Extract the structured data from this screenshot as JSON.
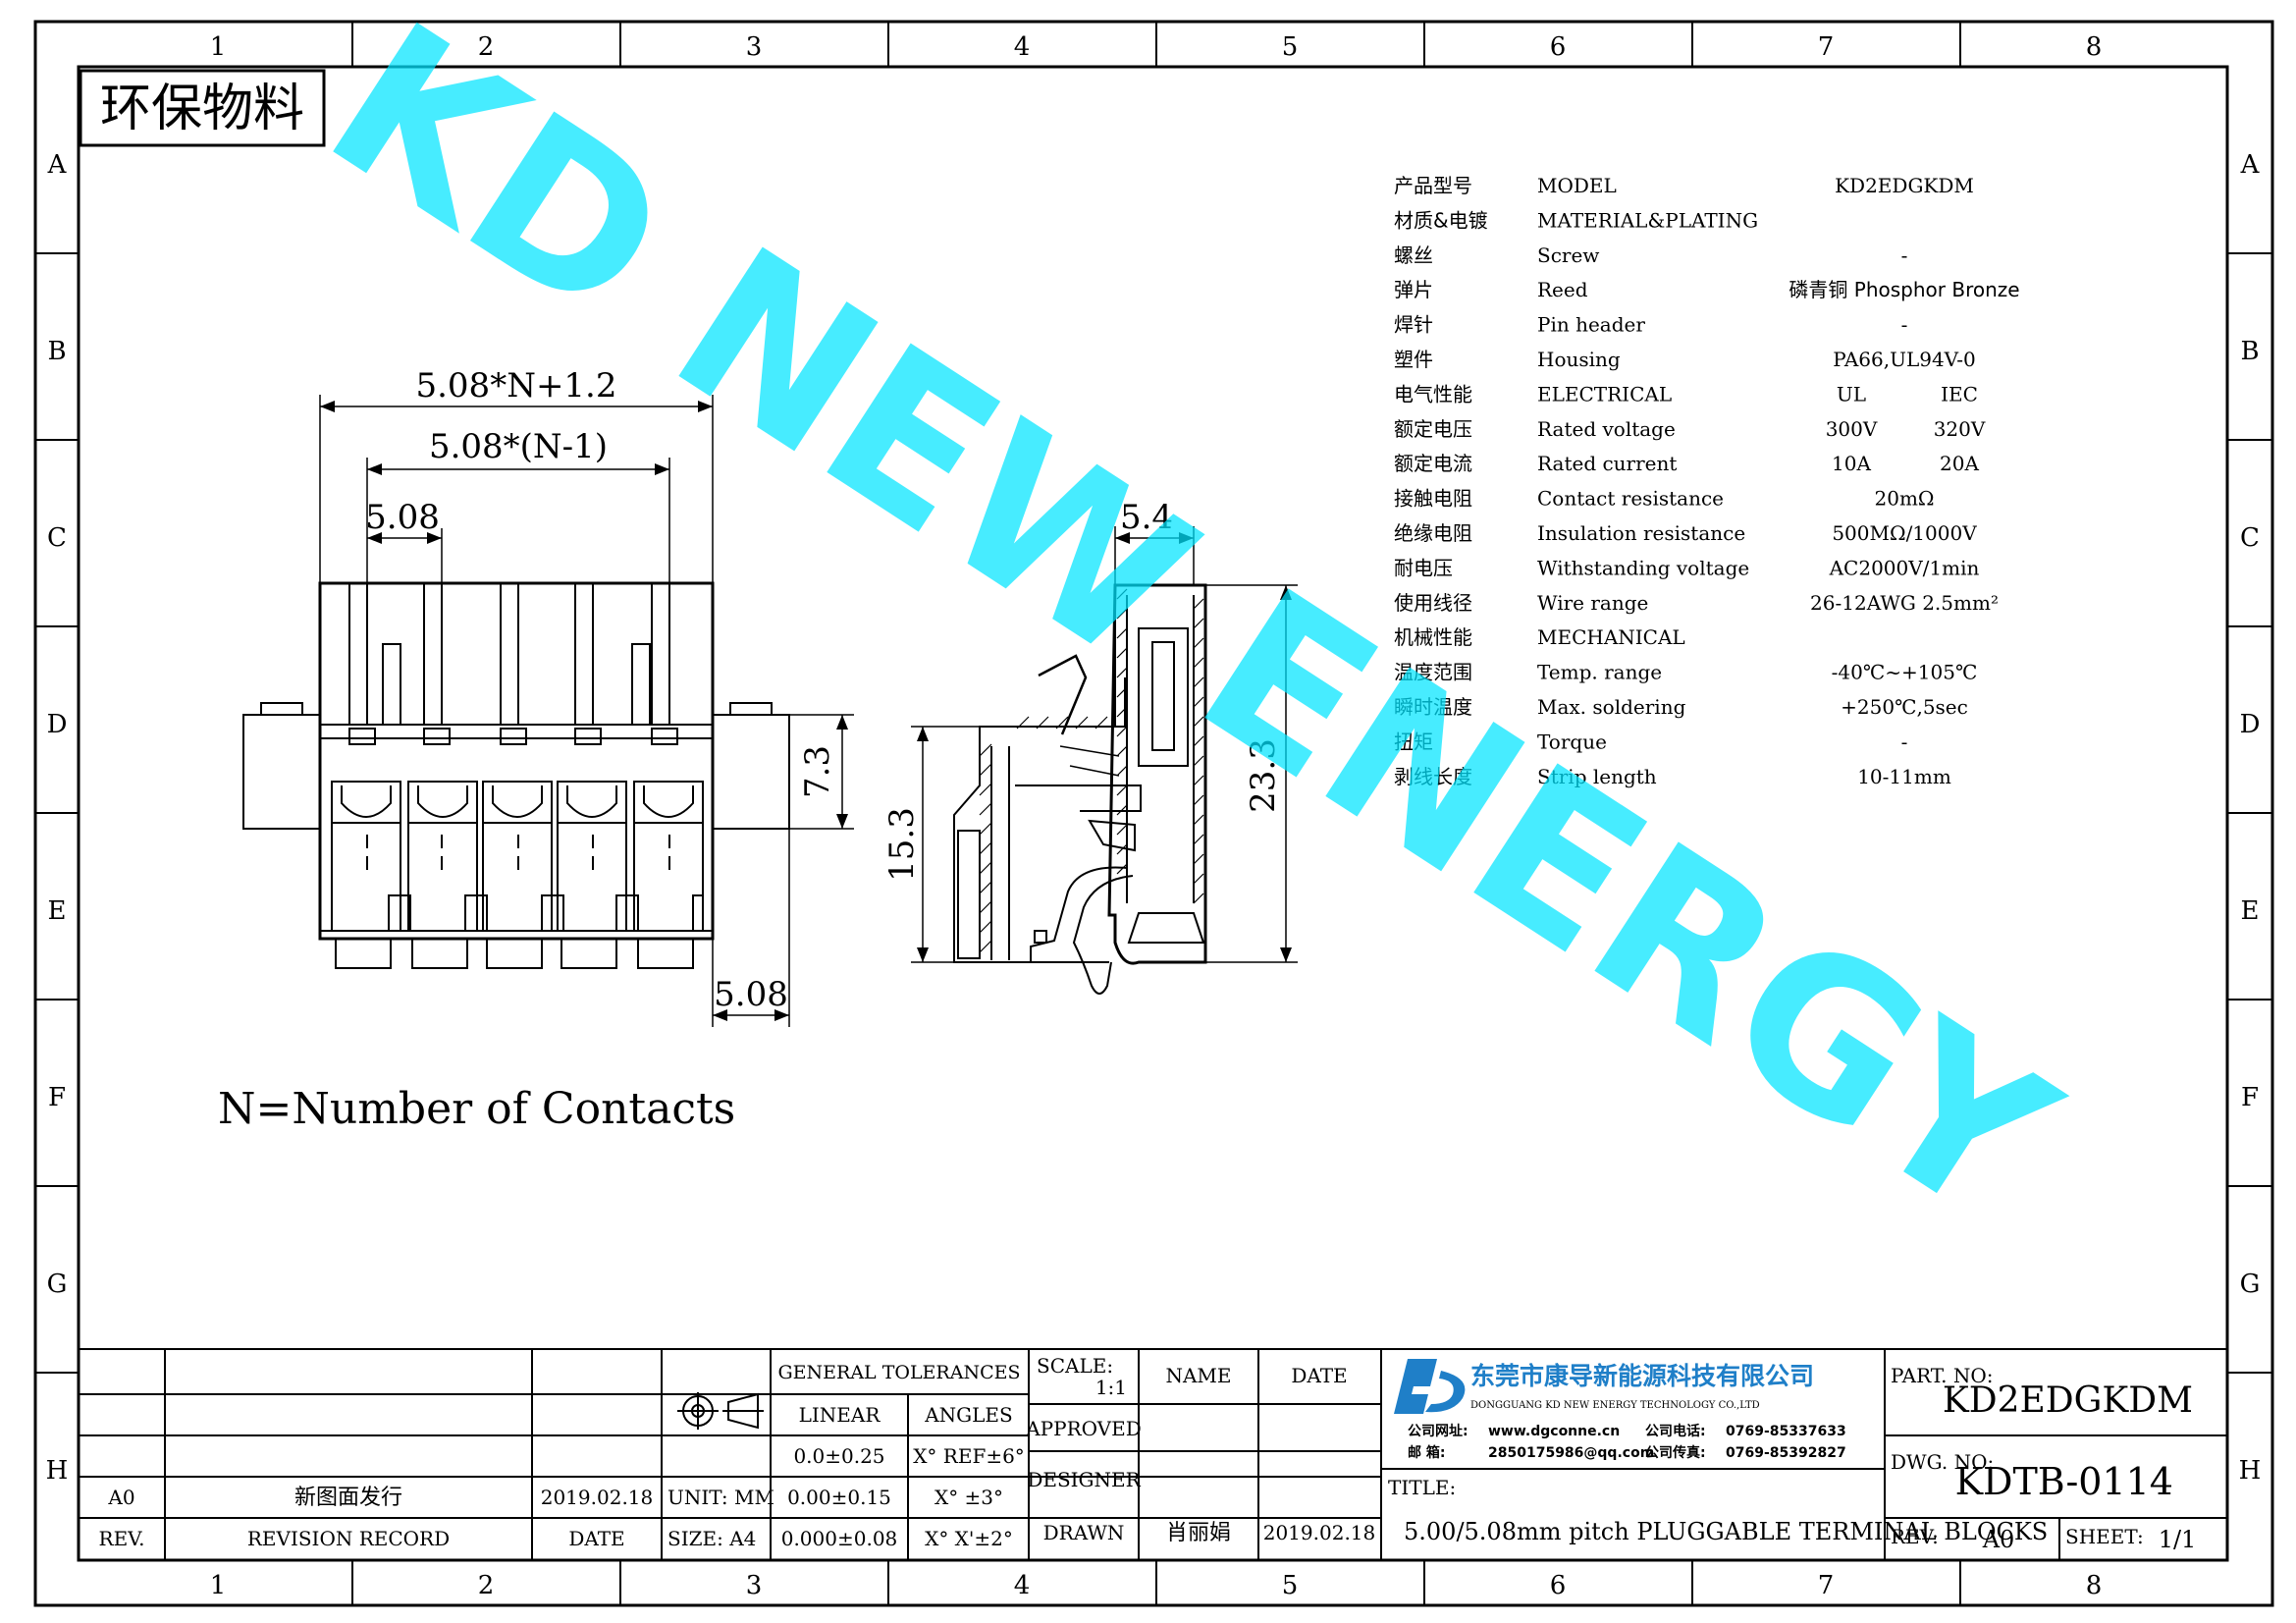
{
  "colors": {
    "watermark": "#00e5ff",
    "logo_blue": "#1f7fc8",
    "ink": "#000000"
  },
  "border": {
    "cols": [
      "1",
      "2",
      "3",
      "4",
      "5",
      "6",
      "7",
      "8"
    ],
    "rows": [
      "A",
      "B",
      "C",
      "D",
      "E",
      "F",
      "G",
      "H"
    ]
  },
  "stamp": "环保物料",
  "watermark": "KD NEW ENERGY",
  "dims": {
    "overall": "5.08*N+1.2",
    "inner": "5.08*(N-1)",
    "pitch_top": "5.08",
    "height_right": "7.3",
    "pitch_bottom": "5.08",
    "side_top": "5.4",
    "side_height_left": "15.3",
    "side_height_right": "23.3"
  },
  "note": "N=Number of Contacts",
  "specs": [
    {
      "cn": "产品型号",
      "en": "MODEL",
      "v1": "KD2EDGKDM",
      "v2": ""
    },
    {
      "cn": "材质&电镀",
      "en": "MATERIAL&PLATING",
      "v1": "",
      "v2": ""
    },
    {
      "cn": "螺丝",
      "en": "Screw",
      "v1": "-",
      "v2": ""
    },
    {
      "cn": "弹片",
      "en": "Reed",
      "v1": "磷青铜 Phosphor Bronze",
      "v2": ""
    },
    {
      "cn": "焊针",
      "en": "Pin header",
      "v1": "-",
      "v2": ""
    },
    {
      "cn": "塑件",
      "en": "Housing",
      "v1": "PA66,UL94V-0",
      "v2": ""
    },
    {
      "cn": "电气性能",
      "en": "ELECTRICAL",
      "v1": "UL",
      "v2": "IEC"
    },
    {
      "cn": "额定电压",
      "en": "Rated voltage",
      "v1": "300V",
      "v2": "320V"
    },
    {
      "cn": "额定电流",
      "en": "Rated current",
      "v1": "10A",
      "v2": "20A"
    },
    {
      "cn": "接触电阻",
      "en": "Contact resistance",
      "v1": "20mΩ",
      "v2": ""
    },
    {
      "cn": "绝缘电阻",
      "en": "Insulation resistance",
      "v1": "500MΩ/1000V",
      "v2": ""
    },
    {
      "cn": "耐电压",
      "en": "Withstanding voltage",
      "v1": "AC2000V/1min",
      "v2": ""
    },
    {
      "cn": "使用线径",
      "en": "Wire range",
      "v1": "26-12AWG 2.5mm²",
      "v2": ""
    },
    {
      "cn": "机械性能",
      "en": "MECHANICAL",
      "v1": "",
      "v2": ""
    },
    {
      "cn": "温度范围",
      "en": "Temp. range",
      "v1": "-40℃~+105℃",
      "v2": ""
    },
    {
      "cn": "瞬时温度",
      "en": "Max. soldering",
      "v1": "+250℃,5sec",
      "v2": ""
    },
    {
      "cn": "扭矩",
      "en": "Torque",
      "v1": "-",
      "v2": ""
    },
    {
      "cn": "剥线长度",
      "en": "Strip length",
      "v1": "10-11mm",
      "v2": ""
    }
  ],
  "titleblock": {
    "rev_row": {
      "rev": "A0",
      "record": "新图面发行",
      "date": "2019.02.18"
    },
    "headers": {
      "rev": "REV.",
      "record": "REVISION RECORD",
      "date": "DATE"
    },
    "unit": "UNIT: MM",
    "size": "SIZE: A4",
    "tolerances": {
      "title": "GENERAL TOLERANCES",
      "linear": "LINEAR",
      "angles": "ANGLES",
      "lin": [
        "0.0±0.25",
        "0.00±0.15",
        "0.000±0.08"
      ],
      "ang": [
        "X° REF±6°",
        "X° ±3°",
        "X° X'±2°"
      ]
    },
    "scale_label": "SCALE:",
    "scale_value": "1:1",
    "approved": "APPROVED",
    "designer": "DESIGNER",
    "drawn": "DRAWN",
    "name_h": "NAME",
    "date_h": "DATE",
    "drawn_name": "肖丽娟",
    "drawn_date": "2019.02.18",
    "company_cn": "东莞市康导新能源科技有限公司",
    "company_en": "DONGGUANG KD NEW ENERGY TECHNOLOGY CO.,LTD",
    "web_label": "公司网址:",
    "web": "www.dgconne.cn",
    "tel_label": "公司电话:",
    "tel": "0769-85337633",
    "mail_label": "邮    箱:",
    "mail": "2850175986@qq.com",
    "fax_label": "公司传真:",
    "fax": "0769-85392827",
    "title_label": "TITLE:",
    "title": "5.00/5.08mm pitch PLUGGABLE TERMINAL BLOCKS",
    "part_label": "PART. NO:",
    "part": "KD2EDGKDM",
    "dwg_label": "DWG. NO:",
    "dwg": "KDTB-0114",
    "rev_label": "REV:",
    "rev": "A0",
    "sheet_label": "SHEET:",
    "sheet": "1/1"
  }
}
